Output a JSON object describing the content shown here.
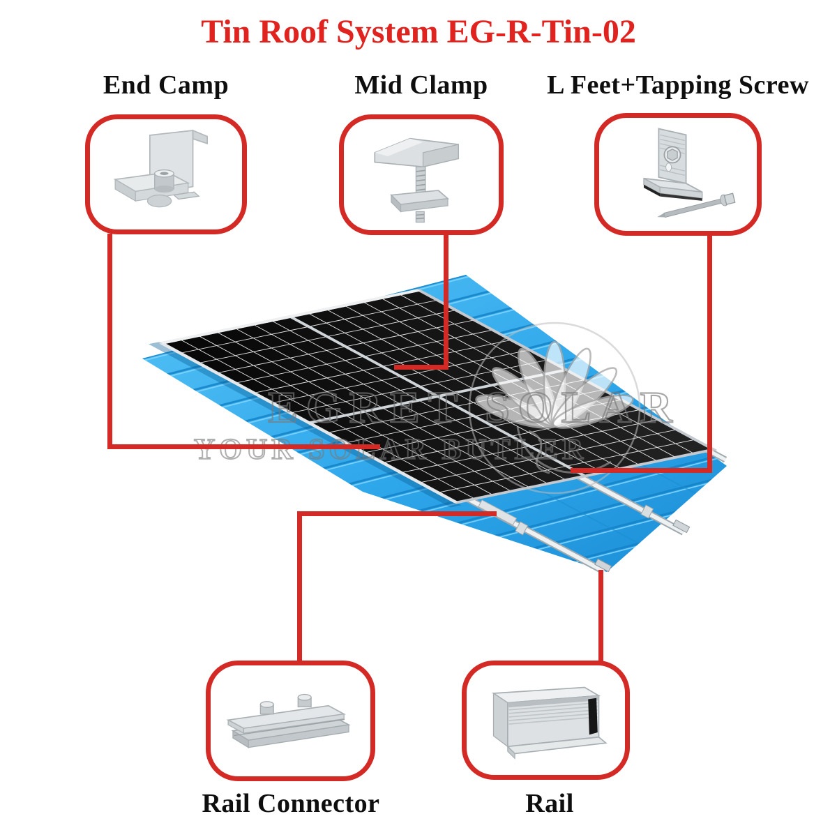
{
  "title": "Tin Roof System EG-R-Tin-02",
  "callouts": {
    "end_clamp": {
      "label": "End Camp"
    },
    "mid_clamp": {
      "label": "Mid Clamp"
    },
    "l_feet": {
      "label": "L Feet+Tapping Screw"
    },
    "rail_connector": {
      "label": "Rail Connector"
    },
    "rail": {
      "label": "Rail"
    }
  },
  "watermark": {
    "line1": "EGRET SOLAR",
    "line2": "YOUR SOLAR BUTLER"
  },
  "colors": {
    "title_red": "#e0231e",
    "callout_red": "#d42a26",
    "roof_blue": "#2fa7eb",
    "roof_blue_dark": "#1583c8",
    "roof_blue_light": "#7fd4ff",
    "panel_black": "#101010",
    "aluminum": "#d9dde0"
  }
}
